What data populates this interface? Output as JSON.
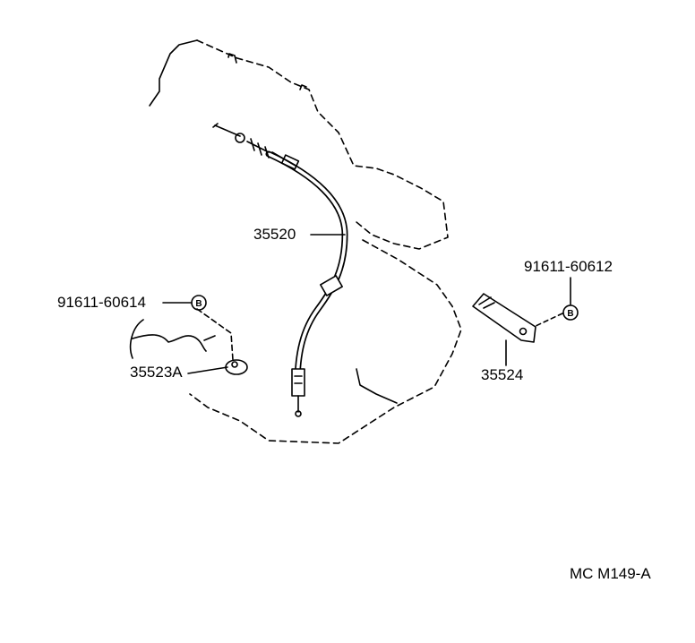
{
  "parts": {
    "cable": "35520",
    "bolt_left": "91611-60614",
    "bolt_right": "91611-60612",
    "clamp_left": "35523A",
    "bracket_right": "35524"
  },
  "bolt_symbol": "B",
  "diagram_code": "MC  M149-A"
}
